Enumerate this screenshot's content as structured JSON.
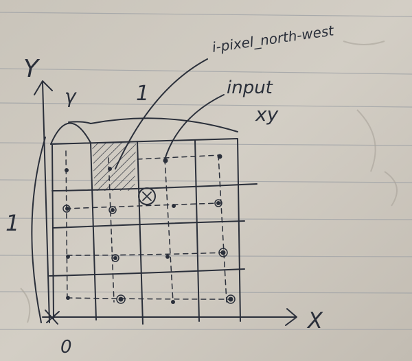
{
  "sketch": {
    "annotations": {
      "pixel_label": "i-pixel_north-west",
      "input_label_line1": "input",
      "input_label_line2": "xy"
    },
    "axes": {
      "y_axis": "Y",
      "x_axis": "X",
      "origin": "0"
    },
    "dimension_marks": {
      "gamma": "γ",
      "top_one": "1",
      "side_one": "1"
    },
    "grid": {
      "rows": 4,
      "cols": 4,
      "highlighted_cell": "north-west of input"
    },
    "colors": {
      "paper": "#d2cdc4",
      "ink": "#2a2f3a",
      "rule_line": "#9fa2a6"
    }
  }
}
